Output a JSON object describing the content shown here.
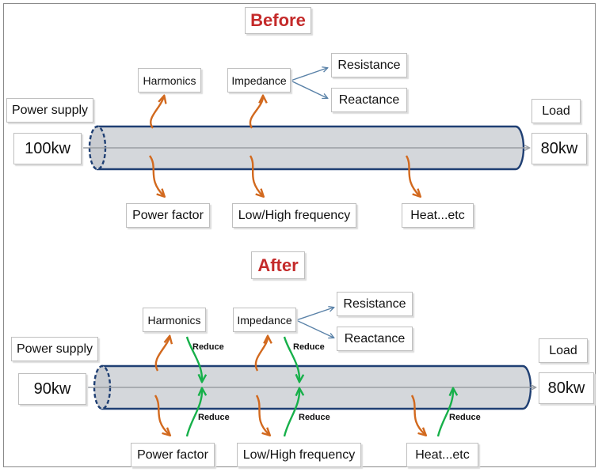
{
  "before": {
    "title": "Before",
    "power_supply": "Power supply",
    "input": "100kw",
    "load": "Load",
    "output": "80kw",
    "harmonics": "Harmonics",
    "impedance": "Impedance",
    "resistance": "Resistance",
    "reactance": "Reactance",
    "power_factor": "Power factor",
    "frequency": "Low/High frequency",
    "heat": "Heat...etc"
  },
  "after": {
    "title": "After",
    "power_supply": "Power supply",
    "input": "90kw",
    "load": "Load",
    "output": "80kw",
    "harmonics": "Harmonics",
    "impedance": "Impedance",
    "resistance": "Resistance",
    "reactance": "Reactance",
    "power_factor": "Power factor",
    "frequency": "Low/High frequency",
    "heat": "Heat...etc",
    "reduce": "Reduce"
  },
  "colors": {
    "title": "#c42a2a",
    "pipe_fill": "#d4d7db",
    "pipe_stroke": "#1f3f73",
    "loss_arrow": "#d2691e",
    "reduce_arrow": "#17b04a",
    "impedance_arrow": "#5a82a8"
  }
}
